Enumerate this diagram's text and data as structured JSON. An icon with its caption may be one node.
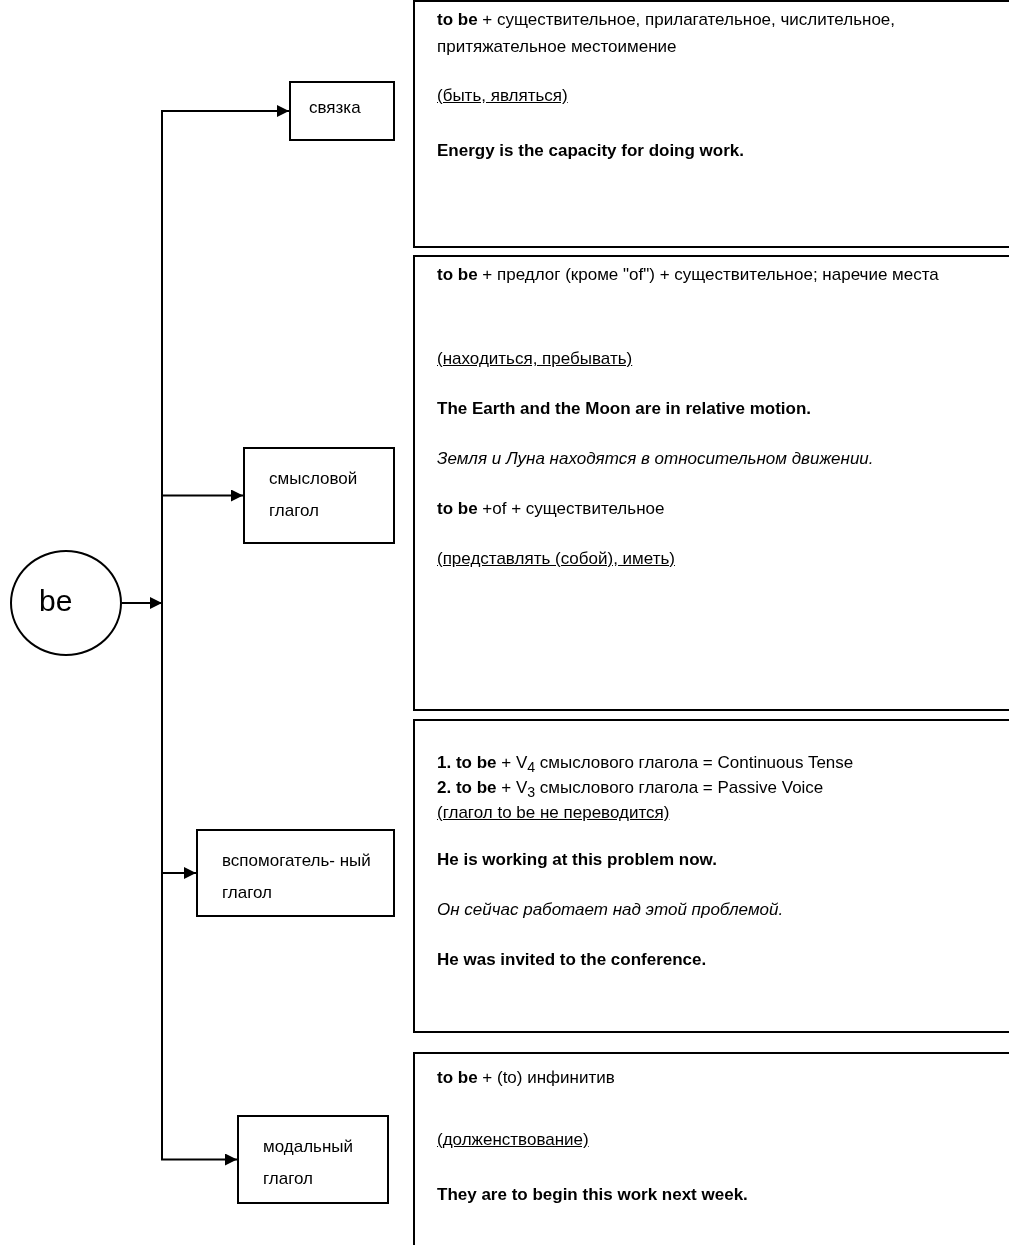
{
  "diagram": {
    "nodes": [
      {
        "text": [
          "be"
        ]
      },
      {
        "text": [
          "связка"
        ]
      },
      {
        "text": [
          "смысловой глагол"
        ]
      },
      {
        "text": [
          "вспомогатель- ный глагол"
        ]
      },
      {
        "text": [
          "модальный глагол"
        ]
      },
      {
        "text": [
          "**to be** + существительное, прилагательное, числительное, притяжательное местоимение",
          "(быть, являться)",
          "Energy is the capacity for doing work."
        ]
      },
      {
        "text": [
          "**to be** + предлог (кроме \"of\") + существительное; наречие места",
          "(находиться, пребывать)",
          "The Earth and the Moon are in relative motion.",
          "Земля и Луна находятся в относительном движении.",
          "**to be** +of + существительное",
          "(представлять (собой), иметь)"
        ]
      },
      {
        "text": [
          "**1.** **to be** + V$_{4}$ смыслового глагола = Continuous Tense",
          "**2.** **to be** + V$_{3}$ смыслового глагола = Passive Voice",
          "(глагол to be не переводится)",
          "He is working at this problem now.",
          "Он сейчас работает над этой проблемой.",
          "He was invited to the conference."
        ]
      },
      {
        "text": [
          "**to be** + (to) инфинитив",
          "(долженствование)",
          "They are to begin this work next week."
        ]
      }
    ],
    "edges": [
      {
        "from": 0,
        "to": 1,
        "arrow": "to"
      },
      {
        "from": 0,
        "to": 2,
        "arrow": "to"
      },
      {
        "from": 0,
        "to": 3,
        "arrow": "to"
      },
      {
        "from": 0,
        "to": 4,
        "arrow": "to"
      }
    ]
  }
}
